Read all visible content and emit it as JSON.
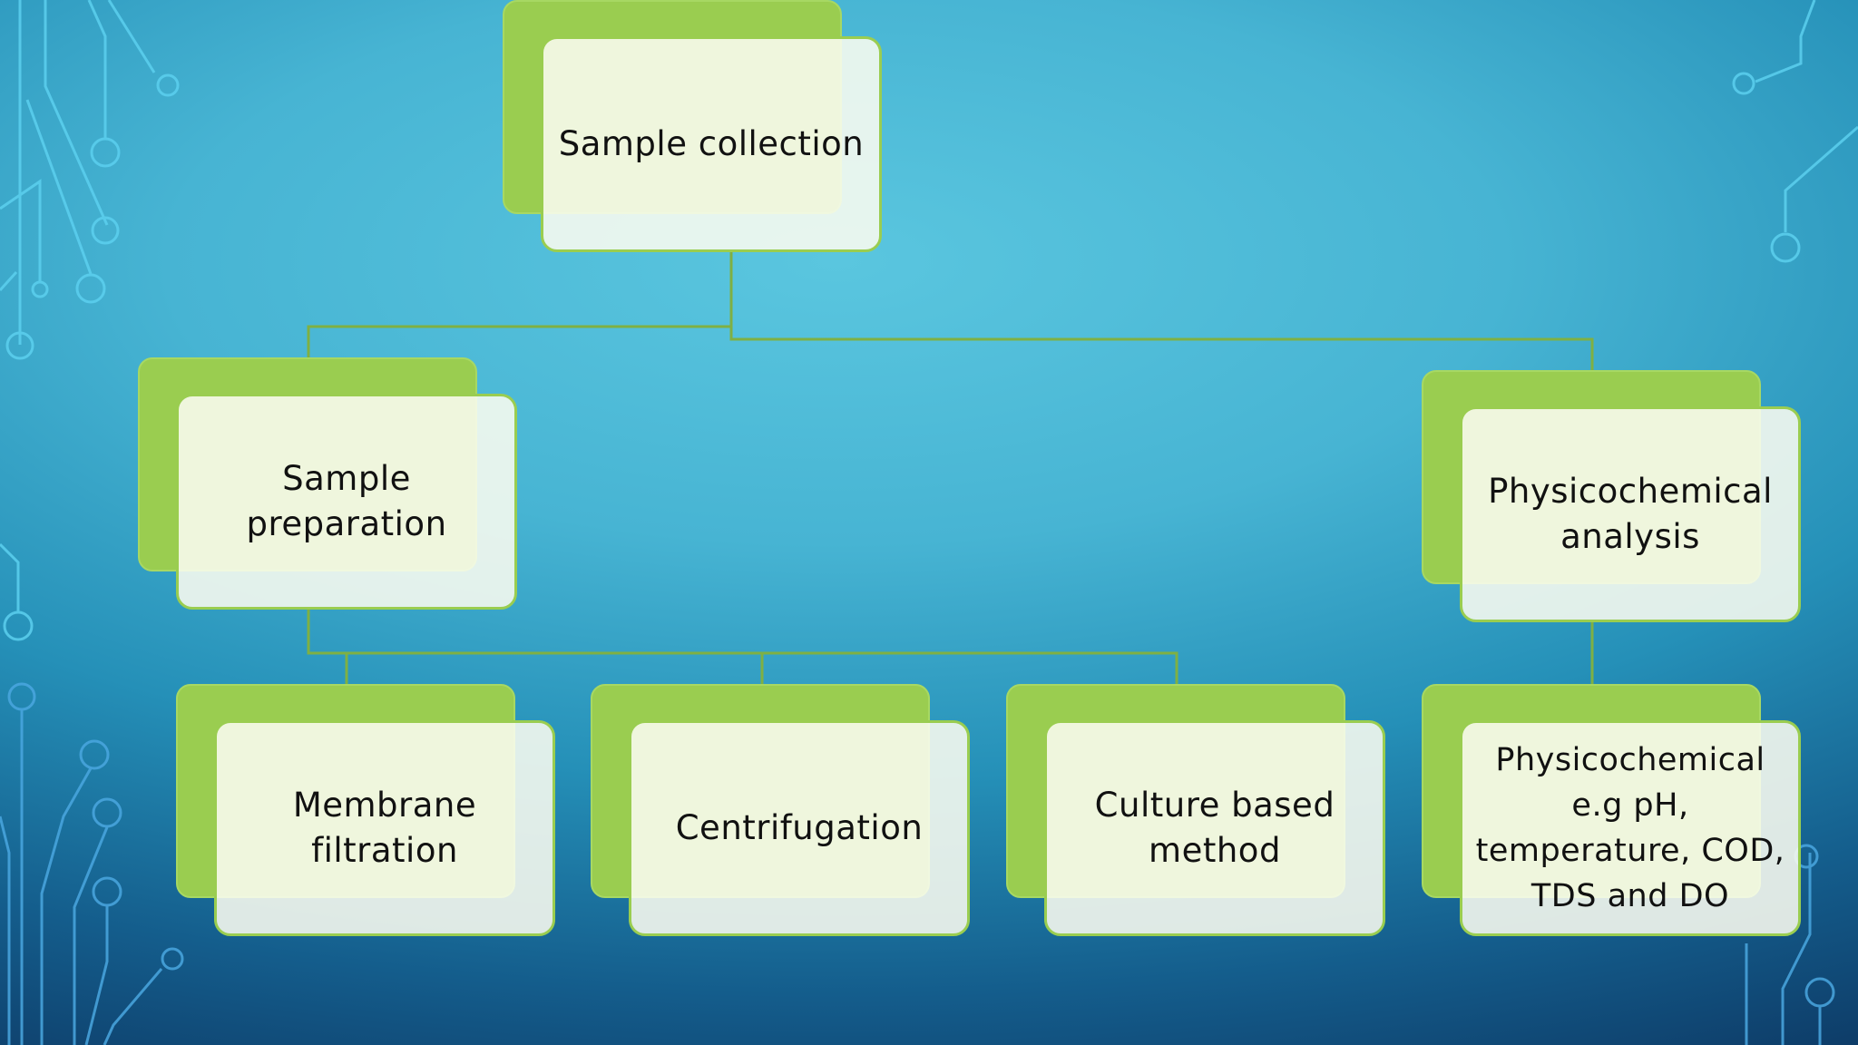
{
  "diagram": {
    "colors": {
      "node_fill": "#9acd50",
      "node_face": "#f6f9ea",
      "connector": "#7fb043",
      "circuit": "#5cd0ef"
    },
    "nodes": {
      "sample_collection": {
        "label": "Sample collection"
      },
      "sample_preparation": {
        "label": "Sample preparation"
      },
      "physicochemical_analysis": {
        "label": "Physicochemical analysis"
      },
      "membrane_filtration": {
        "label": "Membrane filtration"
      },
      "centrifugation": {
        "label": "Centrifugation"
      },
      "culture_based_method": {
        "label": "Culture based method"
      },
      "physicochemical_detail": {
        "label": "Physicochemical e.g pH, temperature, COD, TDS and DO"
      }
    },
    "edges": [
      [
        "sample_collection",
        "sample_preparation"
      ],
      [
        "sample_collection",
        "physicochemical_analysis"
      ],
      [
        "sample_preparation",
        "membrane_filtration"
      ],
      [
        "sample_preparation",
        "centrifugation"
      ],
      [
        "sample_preparation",
        "culture_based_method"
      ],
      [
        "physicochemical_analysis",
        "physicochemical_detail"
      ]
    ]
  }
}
